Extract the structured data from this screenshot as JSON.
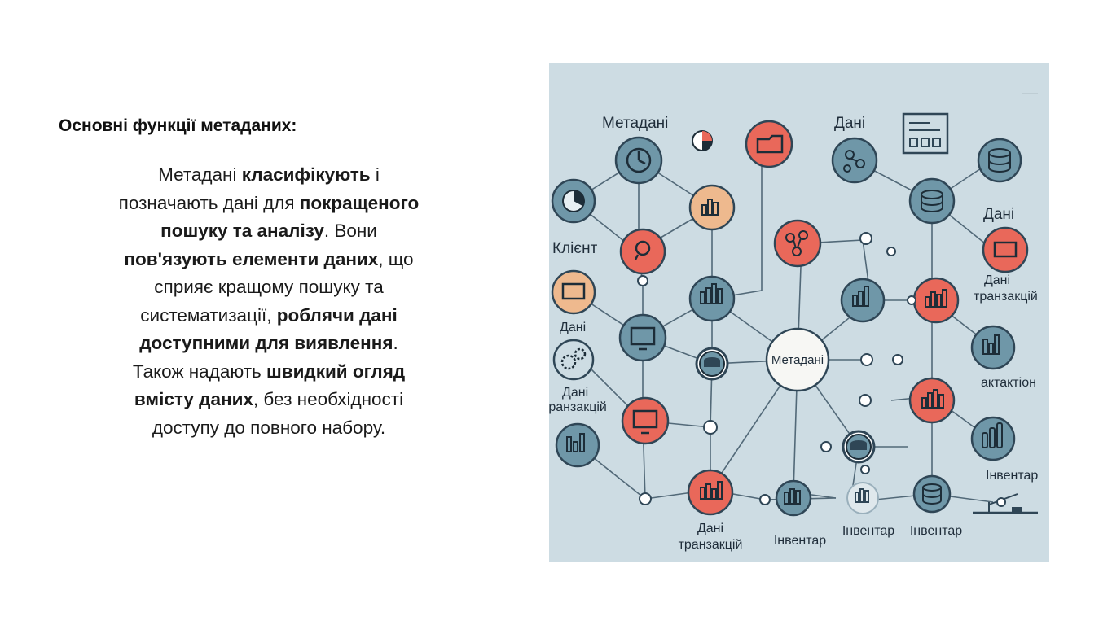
{
  "slide": {
    "title": "Основні функції метаданих:",
    "paragraph": [
      {
        "text": "Метадані ",
        "bold": false
      },
      {
        "text": "класифікують",
        "bold": true
      },
      {
        "text": " і позначають дані для ",
        "bold": false
      },
      {
        "text": "покращеного пошуку та аналізу",
        "bold": true
      },
      {
        "text": ". Вони ",
        "bold": false
      },
      {
        "text": "пов'язують елементи даних",
        "bold": true
      },
      {
        "text": ", що сприяє кращому пошуку та систематизації, ",
        "bold": false
      },
      {
        "text": "роблячи дані доступними для виявлення",
        "bold": true
      },
      {
        "text": ". Також надають ",
        "bold": false
      },
      {
        "text": "швидкий огляд вмісту даних",
        "bold": true
      },
      {
        "text": ", без необхідності доступу до повного набору.",
        "bold": false
      }
    ]
  },
  "figure": {
    "colors": {
      "background": "#cddce3",
      "node_blue": "#6f97a8",
      "node_red": "#e9685a",
      "node_orange": "#eeb98e",
      "line": "#3d5566"
    },
    "labels": {
      "metadata_top": "Метадані",
      "data_top": "Дані",
      "client": "Клієнт",
      "data_right": "Дані",
      "transactions_right_1": "Дані",
      "transactions_right_2": "транзакцій",
      "data_left": "Дані",
      "transactions_left_1": "Дані",
      "transactions_left_2": "транзакцій",
      "center": "Метадані",
      "aktaktion": "актактіон",
      "inventory_right": "Інвентар",
      "bottom_transactions_1": "Дані",
      "bottom_transactions_2": "транзакцій",
      "inventory_1": "Інвентар",
      "inventory_2": "Інвентар",
      "inventory_3": "Інвентар"
    }
  }
}
